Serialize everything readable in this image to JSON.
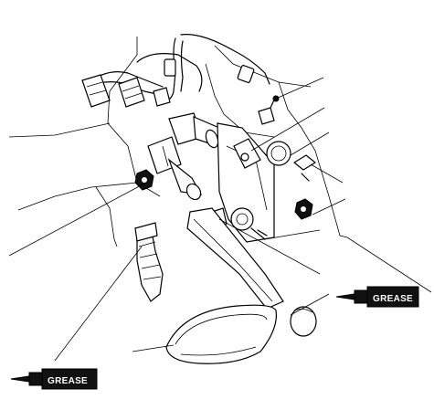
{
  "figure": {
    "grease_labels": [
      "GREASE",
      "GREASE"
    ],
    "callouts": {
      "upper_right_count": 5,
      "left_count": 3
    },
    "colors": {
      "ink": "#000000",
      "paper": "#ffffff"
    },
    "icons": [
      "grease-gun-icon",
      "grease-gun-icon"
    ]
  }
}
